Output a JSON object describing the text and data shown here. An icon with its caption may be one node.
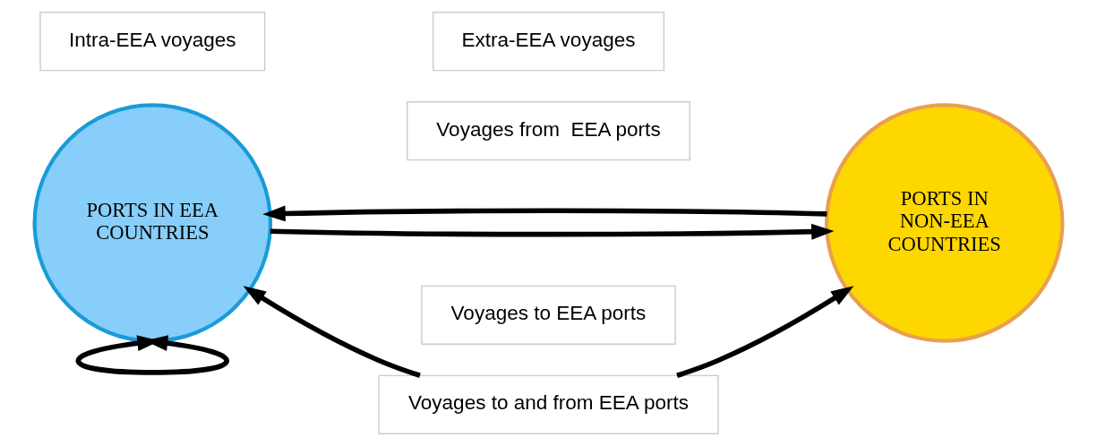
{
  "diagram": {
    "nodes": [
      {
        "text": [
          "PORTS IN EEA COUNTRIES"
        ]
      },
      {
        "text": [
          "Voyages from  EEA ports"
        ]
      },
      {
        "text": [
          "Voyages to and from EEA ports"
        ]
      },
      {
        "text": [
          "PORTS IN NON-EEA COUNTRIES"
        ]
      },
      {
        "text": [
          "Voyages to EEA ports"
        ]
      },
      {
        "text": [
          "Intra-EEA voyages"
        ]
      },
      {
        "text": [
          "Extra-EEA voyages"
        ]
      }
    ],
    "edges": [
      {
        "from": 0,
        "to": 3,
        "arrow": "to"
      },
      {
        "from": 2,
        "to": 0,
        "arrow": "to"
      },
      {
        "from": 2,
        "to": 3,
        "arrow": "to"
      },
      {
        "from": 3,
        "to": 0,
        "arrow": "to"
      },
      {
        "from": 0,
        "to": 0,
        "arrow": "both"
      }
    ]
  }
}
